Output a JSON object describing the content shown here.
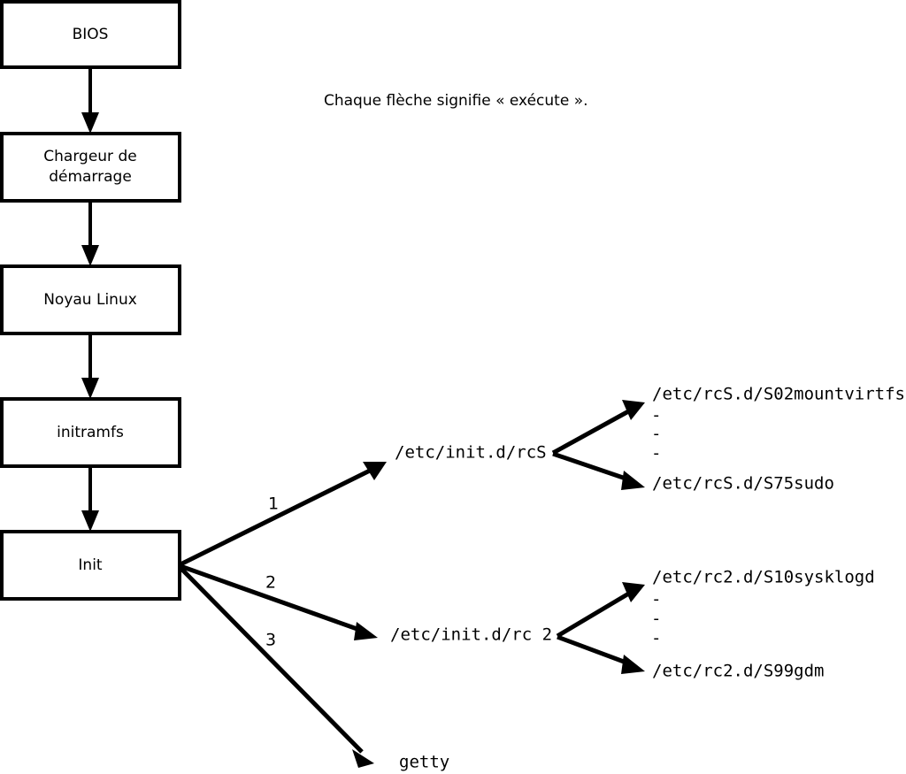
{
  "caption": {
    "text": "Chaque flèche signifie « exécute »."
  },
  "chain": {
    "boxes": [
      {
        "id": "bios",
        "label": "BIOS"
      },
      {
        "id": "bootloader",
        "label_line1": "Chargeur de",
        "label_line2": "démarrage"
      },
      {
        "id": "kernel",
        "label": "Noyau Linux"
      },
      {
        "id": "initramfs",
        "label": "initramfs"
      },
      {
        "id": "init",
        "label": "Init"
      }
    ]
  },
  "branches": {
    "numbers": [
      "1",
      "2",
      "3"
    ],
    "targets": [
      {
        "id": "rcs",
        "label": "/etc/init.d/rcS"
      },
      {
        "id": "rc2",
        "label": "/etc/init.d/rc 2"
      },
      {
        "id": "getty",
        "label": "getty"
      }
    ]
  },
  "rcs_scripts": {
    "first": "/etc/rcS.d/S02mountvirtfs",
    "last": "/etc/rcS.d/S75sudo",
    "ellipsis": [
      "-",
      "-",
      "-"
    ]
  },
  "rc2_scripts": {
    "first": "/etc/rc2.d/S10sysklogd",
    "last": "/etc/rc2.d/S99gdm",
    "ellipsis": [
      "-",
      "-",
      "-"
    ]
  },
  "colors": {
    "stroke": "#000000",
    "fill": "#ffffff",
    "text": "#000000"
  }
}
